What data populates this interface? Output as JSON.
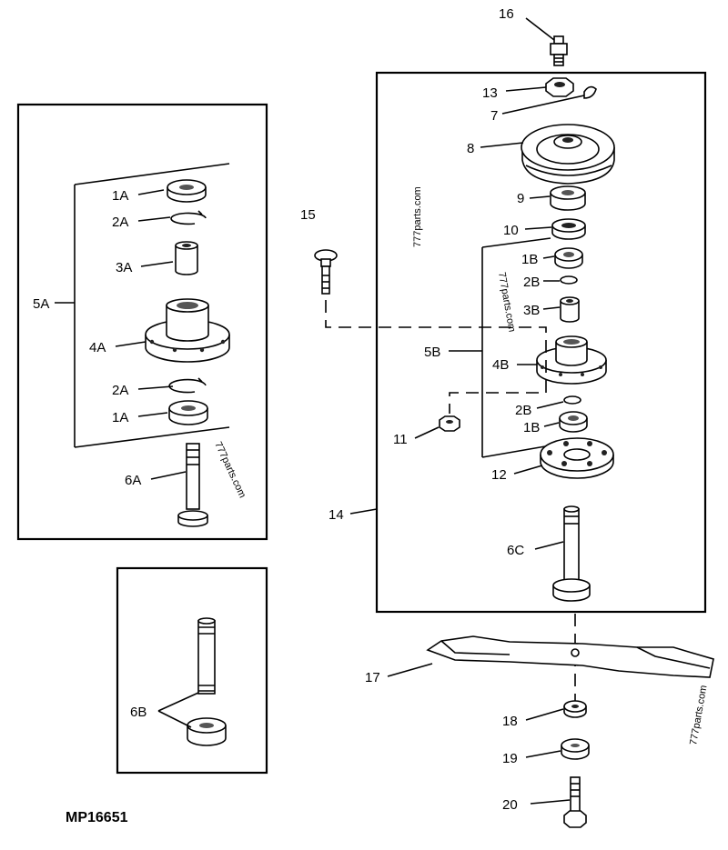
{
  "figure_code": "MP16651",
  "watermark": "777parts.com",
  "callouts": {
    "c16": "16",
    "c13": "13",
    "c7": "7",
    "c8": "8",
    "c9": "9",
    "c10": "10",
    "c15": "15",
    "c1B_top": "1B",
    "c2B_top": "2B",
    "c3B": "3B",
    "c5B": "5B",
    "c4B": "4B",
    "c11": "11",
    "c2B_bot": "2B",
    "c1B_bot": "1B",
    "c12": "12",
    "c14": "14",
    "c6C": "6C",
    "c17": "17",
    "c18": "18",
    "c19": "19",
    "c20": "20",
    "c1A_top": "1A",
    "c2A_top": "2A",
    "c3A": "3A",
    "c5A": "5A",
    "c4A": "4A",
    "c2A_bot": "2A",
    "c1A_bot": "1A",
    "c6A": "6A",
    "c6B": "6B"
  }
}
